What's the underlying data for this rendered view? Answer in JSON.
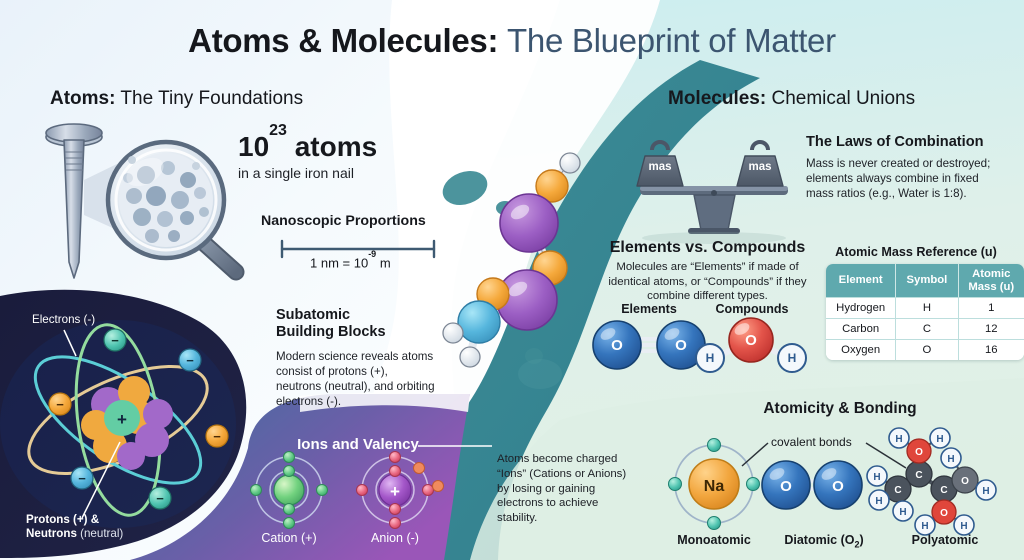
{
  "meta": {
    "title_main": "Atoms & Molecules:",
    "title_sub": "The Blueprint of Matter"
  },
  "colors": {
    "bg_left": "#eef5fb",
    "bg_right": "#cdeef0",
    "bg_mint": "#dff0e6",
    "teal_wave": "#3d8b95",
    "dark_panel": "#1b1d3d",
    "ion_panel_a": "#3f6f9e",
    "ion_panel_b": "#8b52b5",
    "title_sub": "#3c5570",
    "table_header": "#5fa9ae",
    "oxygen_blue": "#2f6fb5",
    "oxygen_red": "#e0453a",
    "sodium_orange": "#f0a63c"
  },
  "sections": {
    "atoms_head_bold": "Atoms:",
    "atoms_head_rest": "The Tiny Foundations",
    "molecules_head_bold": "Molecules:",
    "molecules_head_rest": "Chemical Unions"
  },
  "nail": {
    "count_base": "10",
    "count_exp": "23",
    "count_word": "atoms",
    "subtitle": "in a single iron nail"
  },
  "nanoscale": {
    "heading": "Nanoscopic Proportions",
    "value_pre": "1 nm = 10",
    "value_exp": "-9",
    "value_post": "m"
  },
  "subatomic": {
    "heading_line1": "Subatomic",
    "heading_line2": "Building Blocks",
    "body": "Modern science reveals atoms consist of protons (+), neutrons (neutral), and orbiting electrons (-)."
  },
  "atom_panel": {
    "label_electrons": "Electrons (-)",
    "label_protons_bold": "Protons (+) &",
    "label_neutrons_bold": "Neutrons",
    "label_neutrons_rest": "(neutral)",
    "nucleus_charge": "+",
    "electron_charge": "−"
  },
  "ions": {
    "heading": "Ions and Valency",
    "cation_caption": "Cation (+)",
    "anion_caption": "Anion (-)",
    "anion_core_sign": "+",
    "note": "Atoms become charged “Ions” (Cations or Anions) by losing or gaining electrons to achieve stability."
  },
  "laws": {
    "heading": "The Laws of Combination",
    "body": "Mass is never created or destroyed; elements always combine in fixed mass ratios (e.g., Water is 1:8).",
    "weight_label_left": "mas",
    "weight_label_right": "mas"
  },
  "elements_compounds": {
    "heading": "Elements vs. Compounds",
    "body": "Molecules are “Elements” if made of identical atoms, or “Compounds” if they combine different types.",
    "col_left": "Elements",
    "col_right": "Compounds",
    "o2_left": "O",
    "o2_right": "O",
    "water_o": "O",
    "water_h_left": "H",
    "water_h_right": "H"
  },
  "table": {
    "title": "Atomic Mass Reference (u)",
    "headers": [
      "Element",
      "Symbol",
      "Atomic Mass (u)"
    ],
    "header_atomic_l1": "Atomic",
    "header_atomic_l2": "Mass (u)",
    "rows": [
      {
        "element": "Hydrogen",
        "symbol": "H",
        "mass": "1"
      },
      {
        "element": "Carbon",
        "symbol": "C",
        "mass": "12"
      },
      {
        "element": "Oxygen",
        "symbol": "O",
        "mass": "16"
      }
    ]
  },
  "atomicity": {
    "heading": "Atomicity & Bonding",
    "covalent_label": "covalent bonds",
    "mono_caption": "Monoatomic",
    "mono_symbol": "Na",
    "di_caption_pre": "Diatomic (O",
    "di_caption_sub": "2",
    "di_caption_post": ")",
    "di_symbol_left": "O",
    "di_symbol_right": "O",
    "poly_caption": "Polyatomic",
    "poly_atoms": [
      "H",
      "O",
      "H",
      "C",
      "H",
      "H",
      "C",
      "C",
      "O",
      "H",
      "H",
      "O",
      "H",
      "H"
    ]
  }
}
